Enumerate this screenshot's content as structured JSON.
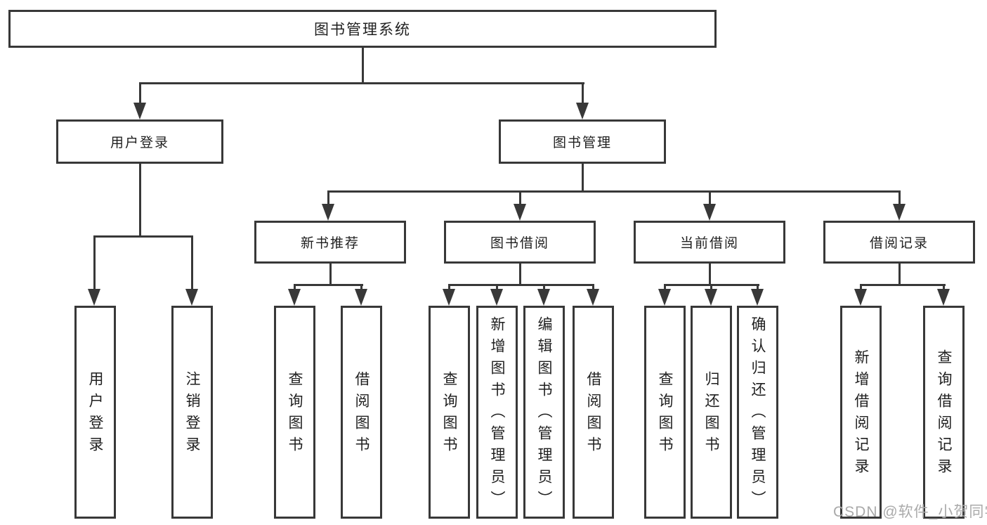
{
  "diagram": {
    "root": {
      "label": "图书管理系统"
    },
    "branches": [
      {
        "label": "用户登录",
        "children": [
          {
            "label": "用户登录"
          },
          {
            "label": "注销登录"
          }
        ]
      },
      {
        "label": "图书管理",
        "children": [
          {
            "label": "新书推荐",
            "children": [
              {
                "label": "查询图书"
              },
              {
                "label": "借阅图书"
              }
            ]
          },
          {
            "label": "图书借阅",
            "children": [
              {
                "label": "查询图书"
              },
              {
                "label": "新增图书（管理员）"
              },
              {
                "label": "编辑图书（管理员）"
              },
              {
                "label": "借阅图书"
              }
            ]
          },
          {
            "label": "当前借阅",
            "children": [
              {
                "label": "查询图书"
              },
              {
                "label": "归还图书"
              },
              {
                "label": "确认归还（管理员）"
              }
            ]
          },
          {
            "label": "借阅记录",
            "children": [
              {
                "label": "新增借阅记录"
              },
              {
                "label": "查询借阅记录"
              }
            ]
          }
        ]
      }
    ]
  },
  "watermark": "CSDN @软件_小贺同学",
  "colors": {
    "line": "#383838",
    "text": "#1f1f1f",
    "watermark": "#aaaaaa",
    "background": "#ffffff"
  }
}
